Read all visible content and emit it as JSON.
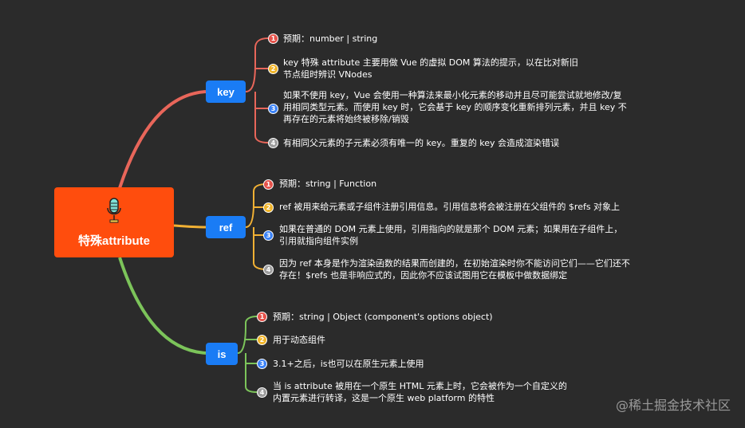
{
  "root": {
    "title": "特殊attribute",
    "icon": "microphone-icon"
  },
  "colors": {
    "root": "#ff4d0d",
    "branch": "#1a7cf5",
    "key_line": "#e8665a",
    "ref_line": "#f2b134",
    "is_line": "#7cc45a",
    "badge_1": "#e5534b",
    "badge_2": "#f0b429",
    "badge_3": "#3b82f6",
    "badge_4": "#9e9e9e"
  },
  "branches": [
    {
      "label": "key",
      "items": [
        {
          "n": "1",
          "lines": [
            "预期：number | string"
          ]
        },
        {
          "n": "2",
          "lines": [
            "key 特殊 attribute 主要用做 Vue 的虚拟 DOM 算法的提示，以在比对新旧",
            "节点组时辨识 VNodes"
          ]
        },
        {
          "n": "3",
          "lines": [
            "如果不使用 key，Vue 会使用一种算法来最小化元素的移动并且尽可能尝试就地修改/复",
            "用相同类型元素。而使用 key 时，它会基于 key 的顺序变化重新排列元素，并且 key 不",
            "再存在的元素将始终被移除/销毁"
          ]
        },
        {
          "n": "4",
          "lines": [
            "有相同父元素的子元素必须有唯一的 key。重复的 key 会造成渲染错误"
          ]
        }
      ]
    },
    {
      "label": "ref",
      "items": [
        {
          "n": "1",
          "lines": [
            "预期：string | Function"
          ]
        },
        {
          "n": "2",
          "lines": [
            "ref 被用来给元素或子组件注册引用信息。引用信息将会被注册在父组件的 $refs 对象上"
          ]
        },
        {
          "n": "3",
          "lines": [
            "如果在普通的 DOM 元素上使用，引用指向的就是那个 DOM 元素；如果用在子组件上，",
            "引用就指向组件实例"
          ]
        },
        {
          "n": "4",
          "lines": [
            "因为 ref 本身是作为渲染函数的结果而创建的，在初始渲染时你不能访问它们——它们还不",
            "存在！$refs 也是非响应式的，因此你不应该试图用它在模板中做数据绑定"
          ]
        }
      ]
    },
    {
      "label": "is",
      "items": [
        {
          "n": "1",
          "lines": [
            "预期：string | Object (component's options object)"
          ]
        },
        {
          "n": "2",
          "lines": [
            "用于动态组件"
          ]
        },
        {
          "n": "3",
          "lines": [
            "3.1+之后，is也可以在原生元素上使用"
          ]
        },
        {
          "n": "4",
          "lines": [
            "当 is attribute 被用在一个原生 HTML 元素上时，它会被作为一个自定义的",
            "内置元素进行转译，这是一个原生 web platform 的特性"
          ]
        }
      ]
    }
  ],
  "watermark": "@稀土掘金技术社区"
}
